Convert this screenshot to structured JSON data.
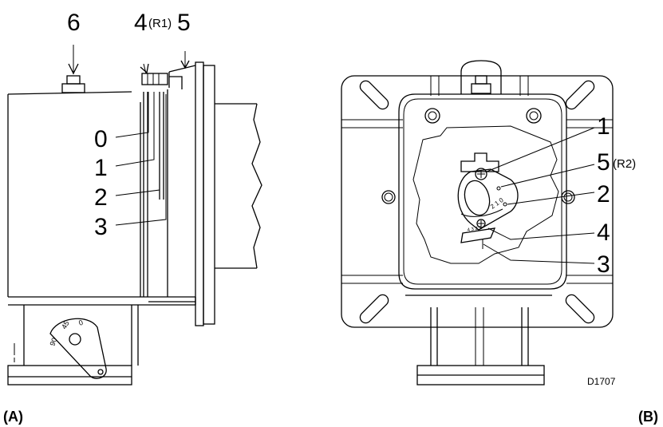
{
  "view_a": {
    "panel_label": "(A)",
    "top_labels": {
      "six": "6",
      "four": "4",
      "r1": "(R1)",
      "five": "5"
    },
    "side_labels": [
      "0",
      "1",
      "2",
      "3"
    ],
    "scale_marks": [
      "90",
      "45",
      "0"
    ]
  },
  "view_b": {
    "panel_label": "(B)",
    "callouts": {
      "c1": "1",
      "c5": "5",
      "r2": "(R2)",
      "c2": "2",
      "c4": "4",
      "c3": "3"
    },
    "dial_digits": "2 1 0",
    "small_scale": "4 3 2 1",
    "drawing_code": "D1707"
  }
}
